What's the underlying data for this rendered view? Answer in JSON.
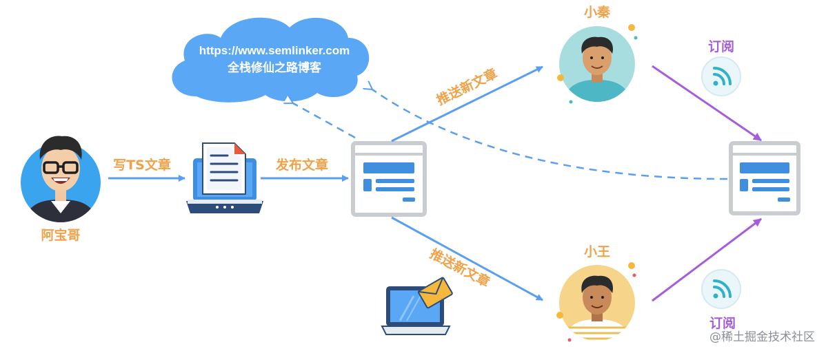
{
  "people": {
    "author": {
      "name": "阿宝哥"
    },
    "subscriber_top": {
      "name": "小秦"
    },
    "subscriber_bottom": {
      "name": "小王"
    }
  },
  "cloud": {
    "url": "https://www.semlinker.com",
    "title": "全栈修仙之路博客"
  },
  "edges": {
    "write": "写TS文章",
    "publish": "发布文章",
    "push_top": "推送新文章",
    "push_bottom": "推送新文章",
    "subscribe_top": "订阅",
    "subscribe_bottom": "订阅"
  },
  "watermark": "@稀土掘金技术社区",
  "colors": {
    "blue_arrow": "#5b9ef0",
    "purple_arrow": "#a55ddc",
    "orange_text": "#f0a24a",
    "cloud": "#5aa7f5",
    "browser_frame": "#c9ccd1",
    "browser_content": "#3f8ee0"
  },
  "icons": [
    "avatar-programmer-icon",
    "laptop-document-icon",
    "browser-window-icon",
    "cloud-icon",
    "avatar-man-icon",
    "rss-icon",
    "laptop-mail-icon"
  ]
}
